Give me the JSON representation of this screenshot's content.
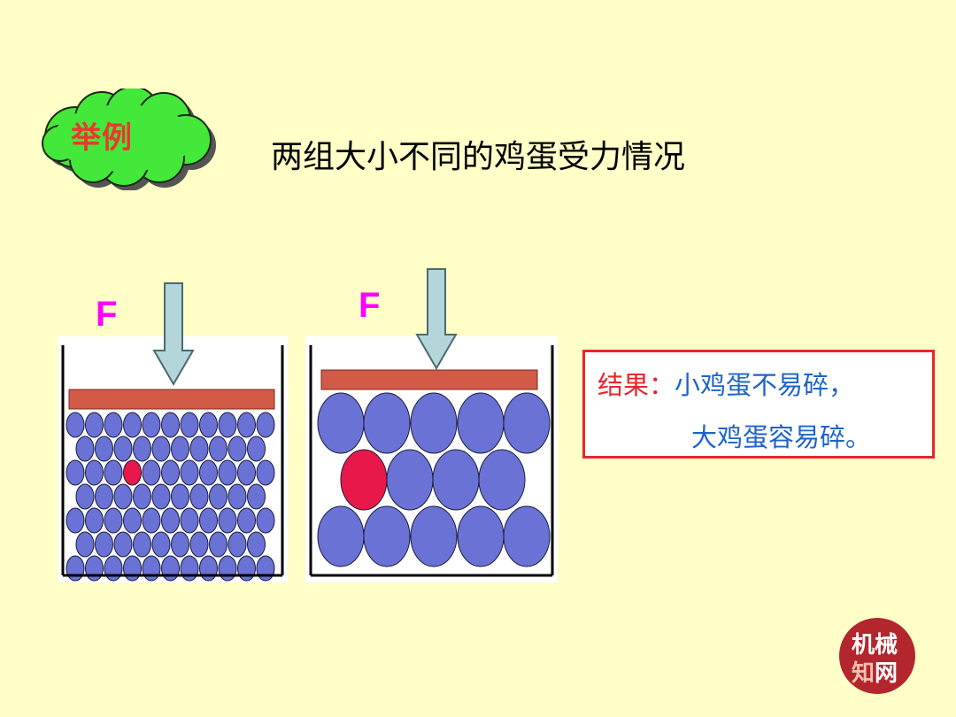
{
  "badge": {
    "text": "举例"
  },
  "title": "两组大小不同的鸡蛋受力情况",
  "diagram": {
    "force_label_small": "F",
    "force_label_large": "F"
  },
  "result": {
    "label": "结果：",
    "line1": "小鸡蛋不易碎，",
    "line2": "大鸡蛋容易碎。"
  },
  "watermark": {
    "char1": "机",
    "char2": "械",
    "char3": "知",
    "char4": "网"
  },
  "colors": {
    "background": "#FFFFC7",
    "egg": "#6B72D6",
    "broken_egg": "#E8194A",
    "plate": "#D25A46",
    "arrow": "#B4D6DA",
    "force": "#FF00FF",
    "result_border": "#E8252C",
    "result_text": "#1E63C9"
  }
}
